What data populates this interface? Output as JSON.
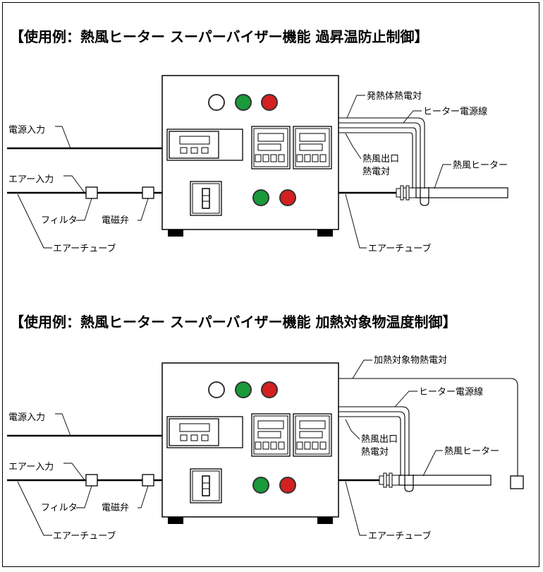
{
  "diagram1": {
    "title": "【使用例：熱風ヒーター スーパーバイザー機能 過昇温防止制御】",
    "labels": {
      "power_input": "電源入力",
      "air_input": "エアー入力",
      "filter": "フィルタ",
      "solenoid_valve": "電磁弁",
      "air_tube_left": "エアーチューブ",
      "air_tube_right": "エアーチューブ",
      "heater_body_thermocouple": "発熱体熱電対",
      "heater_power_line": "ヒーター電源線",
      "outlet_thermocouple_1": "熱風出口",
      "outlet_thermocouple_2": "熱電対",
      "hot_air_heater": "熱風ヒーター"
    }
  },
  "diagram2": {
    "title": "【使用例：熱風ヒーター スーパーバイザー機能 加熱対象物温度制御】",
    "labels": {
      "power_input": "電源入力",
      "air_input": "エアー入力",
      "filter": "フィルタ",
      "solenoid_valve": "電磁弁",
      "air_tube_left": "エアーチューブ",
      "air_tube_right": "エアーチューブ",
      "object_thermocouple": "加熱対象物熱電対",
      "heater_power_line": "ヒーター電源線",
      "outlet_thermocouple_1": "熱風出口",
      "outlet_thermocouple_2": "熱電対",
      "hot_air_heater": "熱風ヒーター"
    }
  },
  "colors": {
    "lamp_white": "#ffffff",
    "lamp_green": "#1a9a3a",
    "lamp_red": "#d42020",
    "line": "#000000"
  }
}
